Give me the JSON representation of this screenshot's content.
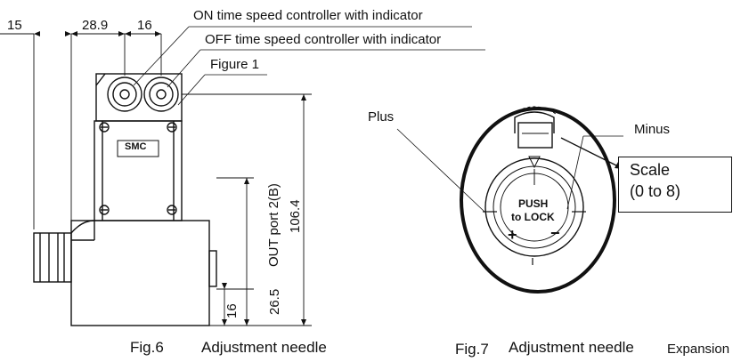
{
  "fig6": {
    "dimensions": {
      "d15": "15",
      "d28_9": "28.9",
      "d16_top": "16",
      "out_port": "OUT port 2(B)",
      "d106_4": "106.4",
      "d26_5": "26.5",
      "d16_side": "16"
    },
    "callouts": {
      "on_controller": "ON time speed controller with indicator",
      "off_controller": "OFF time speed controller with indicator",
      "figure1": "Figure 1"
    },
    "logo_text": "SMC",
    "caption_label": "Fig.6",
    "caption_text": "Adjustment needle"
  },
  "fig7": {
    "callouts": {
      "plus": "Plus",
      "minus": "Minus"
    },
    "scale_box": {
      "line1": "Scale",
      "line2": "(0 to 8)"
    },
    "dial": {
      "push": "PUSH",
      "to_lock": "to LOCK",
      "plus_sign": "+",
      "minus_sign": "−"
    },
    "caption_label": "Fig.7",
    "caption_text": "Adjustment needle",
    "caption_suffix": "Expansion"
  }
}
